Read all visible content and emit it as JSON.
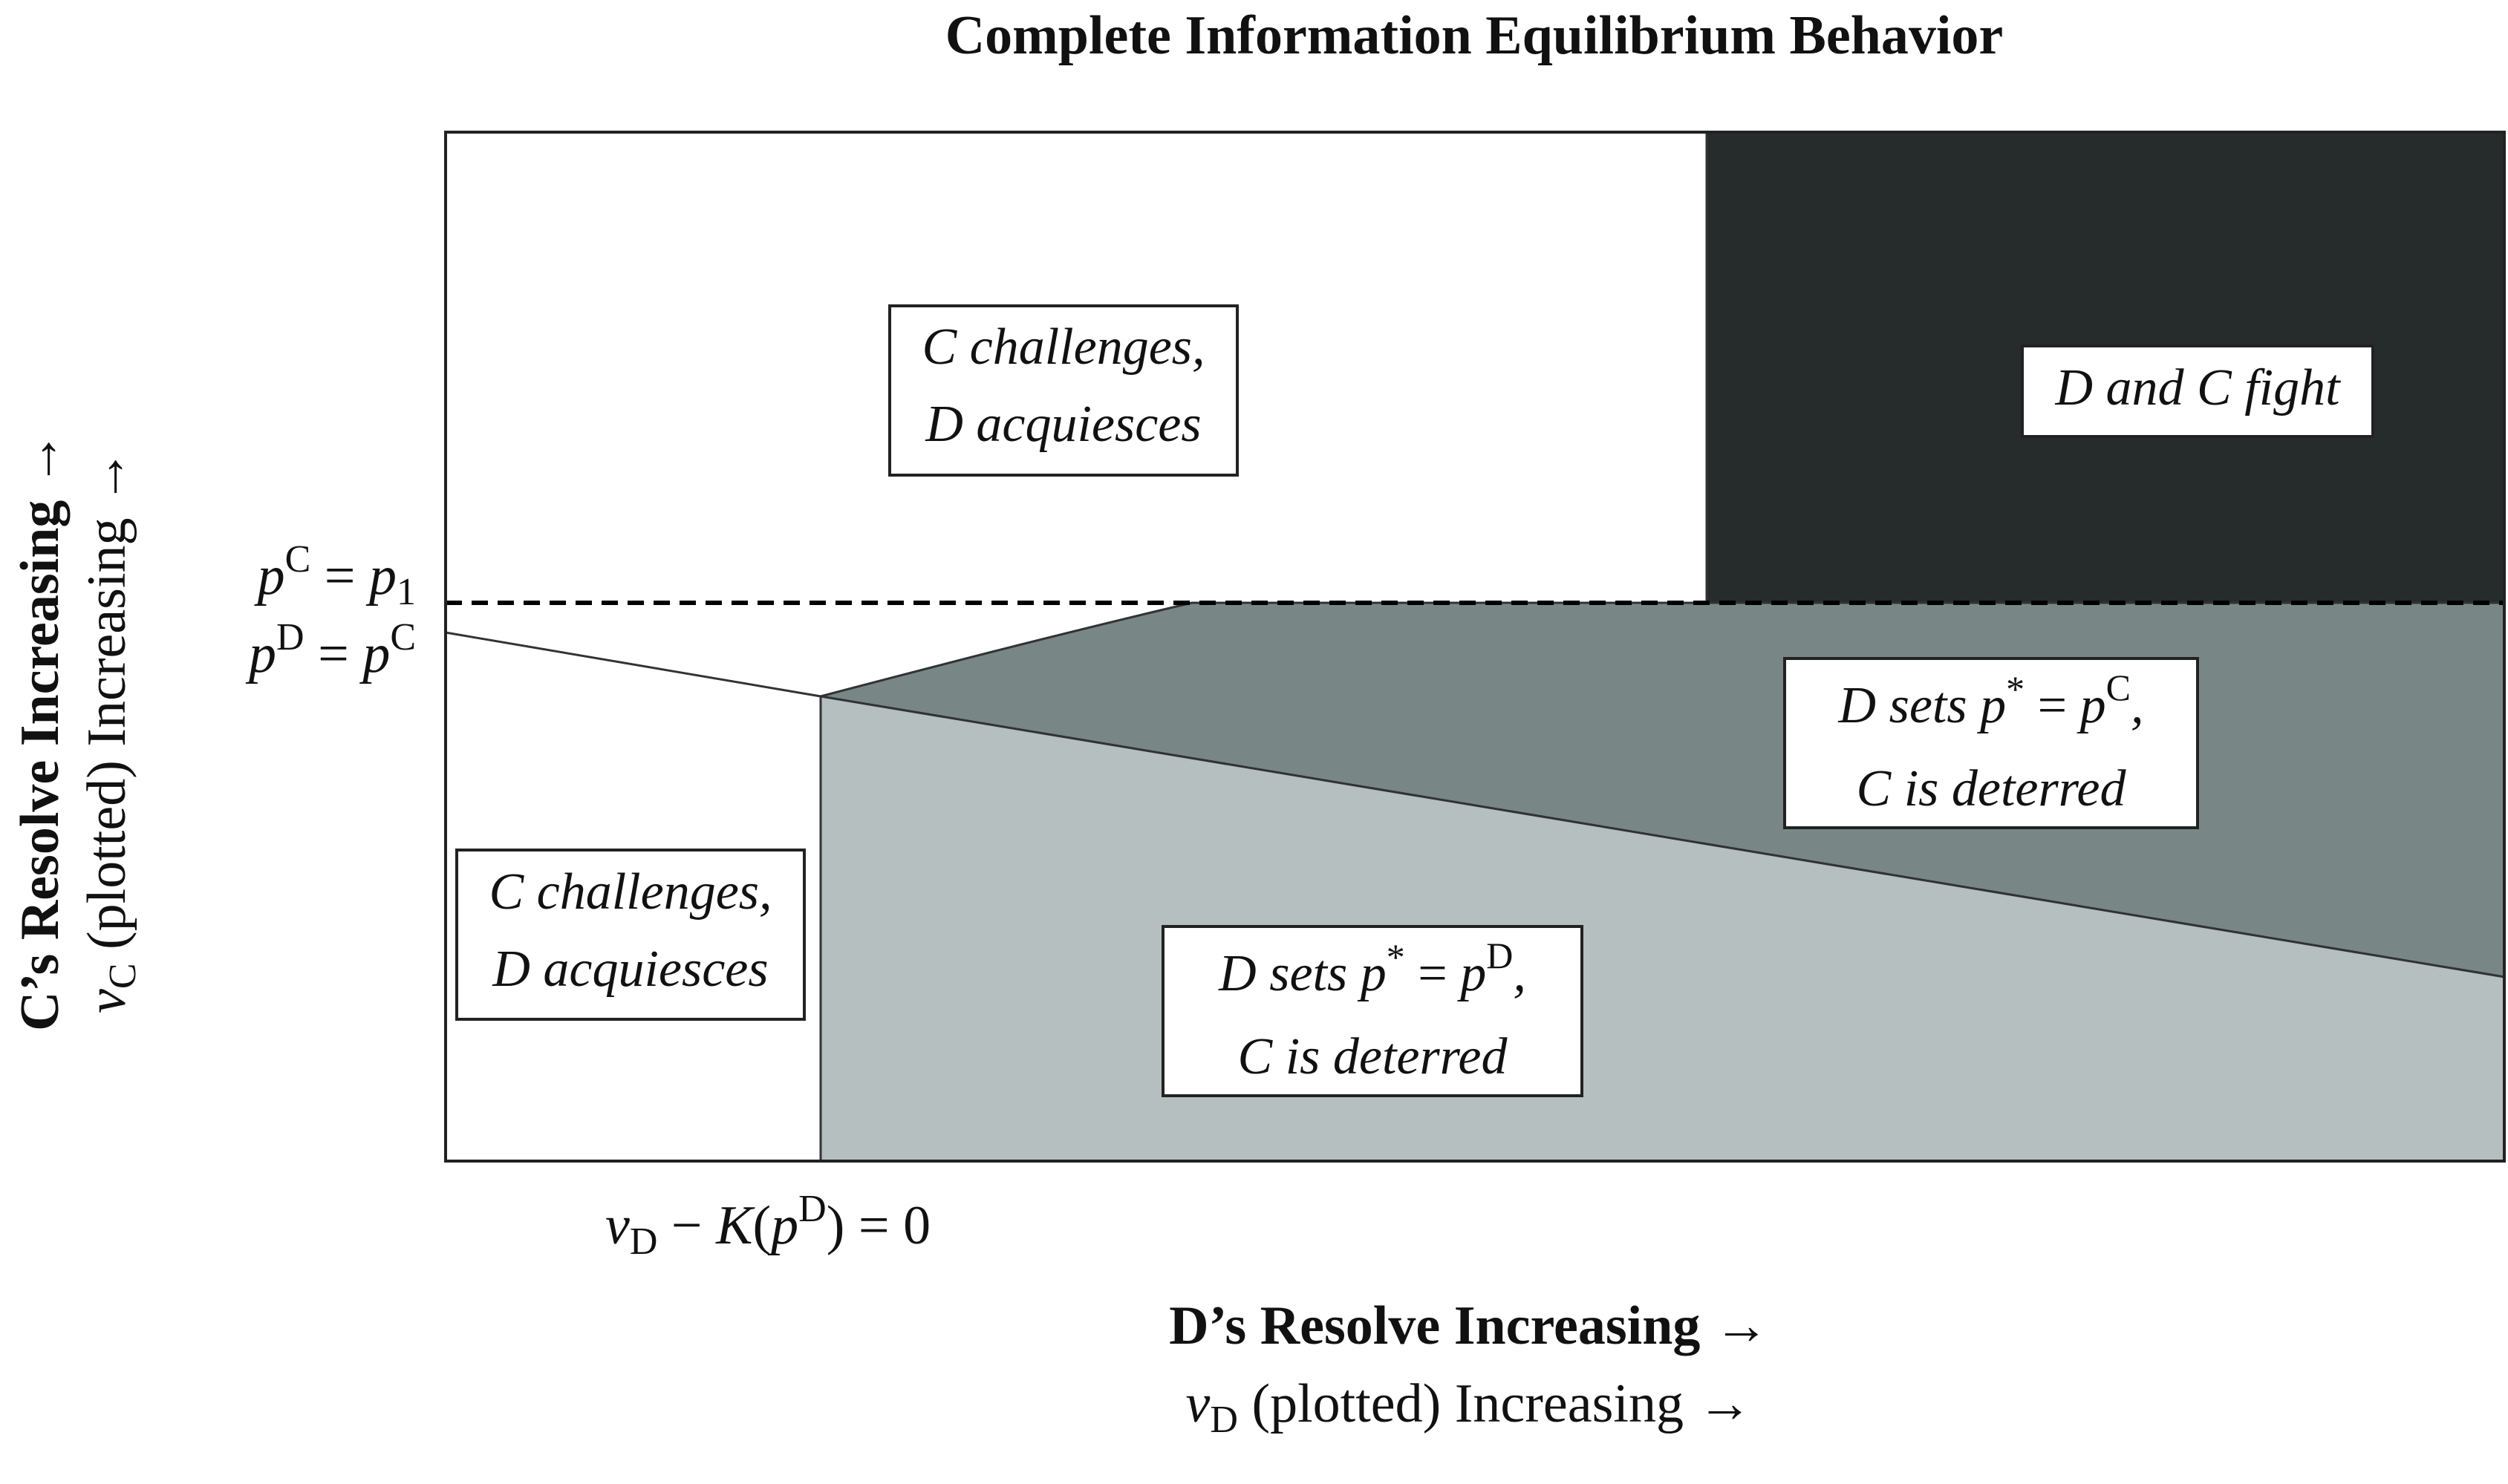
{
  "title": "Complete Information Equilibrium Behavior",
  "x_axis": {
    "line1": "D’s Resolve Increasing →",
    "line2_var": "v",
    "line2_sub": "D",
    "line2_rest": " (plotted) Increasing →"
  },
  "y_axis": {
    "line1": "C’s Resolve Increasing →",
    "line2_var": "v",
    "line2_sub": "C",
    "line2_rest": " (plotted) Increasing →"
  },
  "threshold_labels": {
    "upper": {
      "p": "p",
      "sup": "C",
      "eq": " = ",
      "rhs": "p",
      "rhs_sub": "1"
    },
    "lower": {
      "p": "p",
      "sup": "D",
      "eq": " = ",
      "rhs": "p",
      "rhs_sup": "C"
    }
  },
  "boundary_label": {
    "v": "v",
    "v_sub": "D",
    "minus": " − ",
    "k": "K",
    "open": "(",
    "p": "p",
    "p_sup": "D",
    "close": ")",
    "eq": " = 0"
  },
  "regions": {
    "top_left": {
      "line1": "C challenges,",
      "line2": "D acquiesces"
    },
    "top_right": {
      "line1": "D and C fight"
    },
    "mid_right": {
      "line1_pre": "D sets ",
      "p": "p",
      "star": "*",
      "eq": " = ",
      "rhs": "p",
      "rhs_sup": "C",
      "comma": ",",
      "line2": "C is deterred"
    },
    "bottom_left": {
      "line1": "C challenges,",
      "line2": "D acquiesces"
    },
    "bottom_mid": {
      "line1_pre": "D sets ",
      "p": "p",
      "star": "*",
      "eq": " = ",
      "rhs": "p",
      "rhs_sup": "D",
      "comma": ",",
      "line2": "C is deterred"
    }
  },
  "colors": {
    "fight": "#262b2b",
    "deter_pc": "#788785",
    "deter_pd": "#b5bfbf",
    "acquiesce": "#ffffff",
    "lines": "#333333"
  }
}
